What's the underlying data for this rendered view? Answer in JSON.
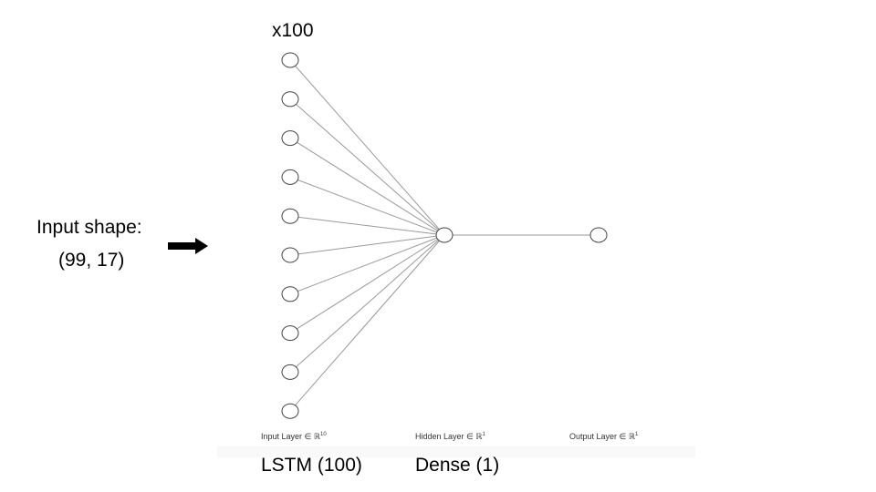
{
  "header": {
    "neuron_count_label": "x100"
  },
  "input": {
    "title": "Input shape:",
    "shape": "(99, 17)"
  },
  "layers": [
    {
      "caption": "Input Layer ∈ ℝ",
      "dim": "10",
      "type_label": "LSTM (100)"
    },
    {
      "caption": "Hidden Layer ∈ ℝ",
      "dim": "1",
      "type_label": "Dense (1)"
    },
    {
      "caption": "Output Layer ∈ ℝ",
      "dim": "1"
    }
  ],
  "network": {
    "input_nodes": 10,
    "hidden_nodes": 1,
    "output_nodes": 1
  },
  "colors": {
    "node_stroke": "#444444",
    "edge": "#9a9a9a",
    "arrow": "#000000"
  },
  "icons": {
    "arrow": "right-arrow-icon"
  }
}
